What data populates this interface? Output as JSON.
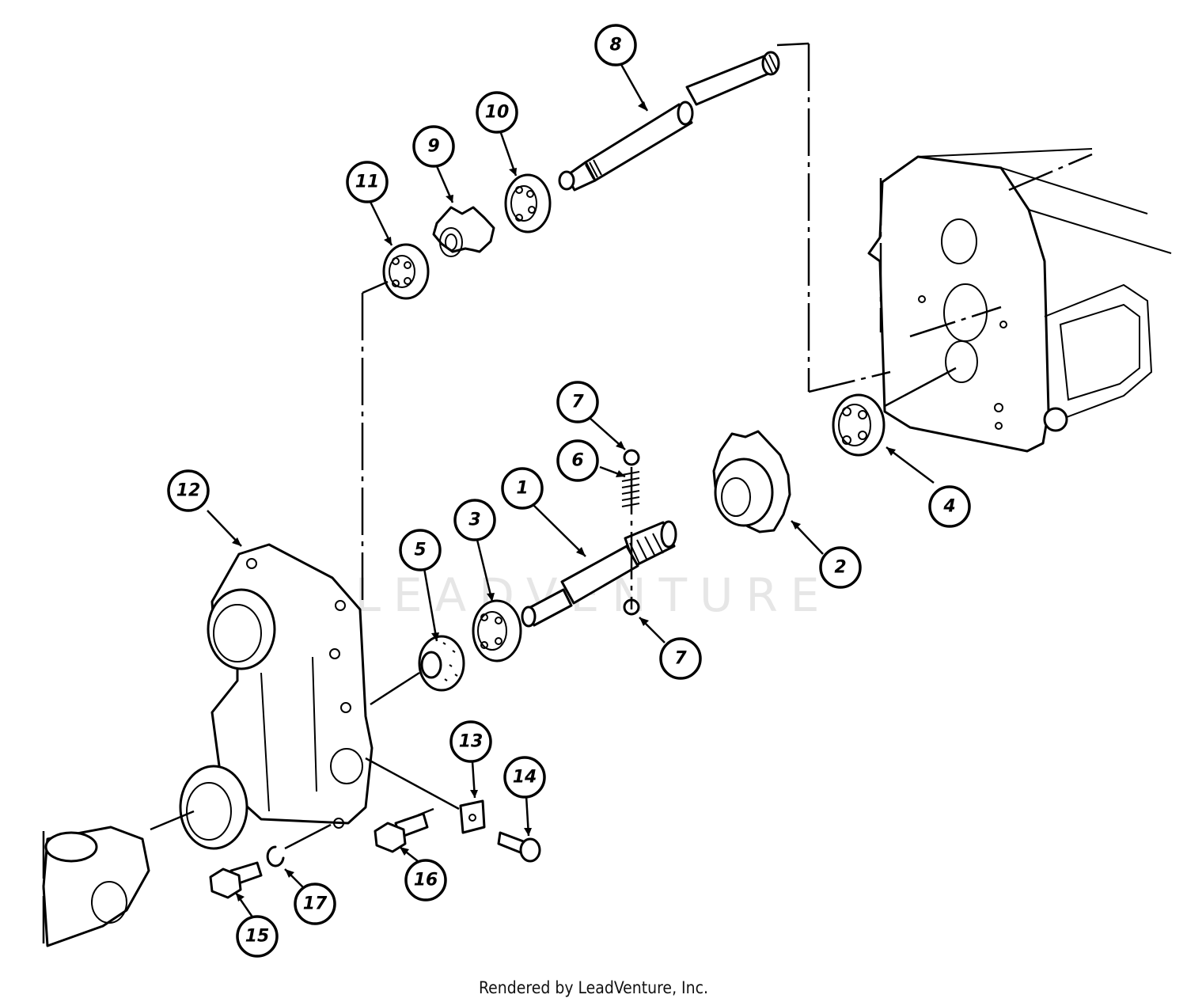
{
  "diagram": {
    "watermark": "LEADVENTURE",
    "footer": "Rendered by LeadVenture, Inc.",
    "callouts": [
      {
        "id": "8",
        "label": "8"
      },
      {
        "id": "10",
        "label": "10"
      },
      {
        "id": "9",
        "label": "9"
      },
      {
        "id": "11",
        "label": "11"
      },
      {
        "id": "7a",
        "label": "7"
      },
      {
        "id": "6",
        "label": "6"
      },
      {
        "id": "1",
        "label": "1"
      },
      {
        "id": "3",
        "label": "3"
      },
      {
        "id": "5",
        "label": "5"
      },
      {
        "id": "12",
        "label": "12"
      },
      {
        "id": "2",
        "label": "2"
      },
      {
        "id": "4",
        "label": "4"
      },
      {
        "id": "7b",
        "label": "7"
      },
      {
        "id": "13",
        "label": "13"
      },
      {
        "id": "14",
        "label": "14"
      },
      {
        "id": "16",
        "label": "16"
      },
      {
        "id": "17",
        "label": "17"
      },
      {
        "id": "15",
        "label": "15"
      }
    ]
  }
}
